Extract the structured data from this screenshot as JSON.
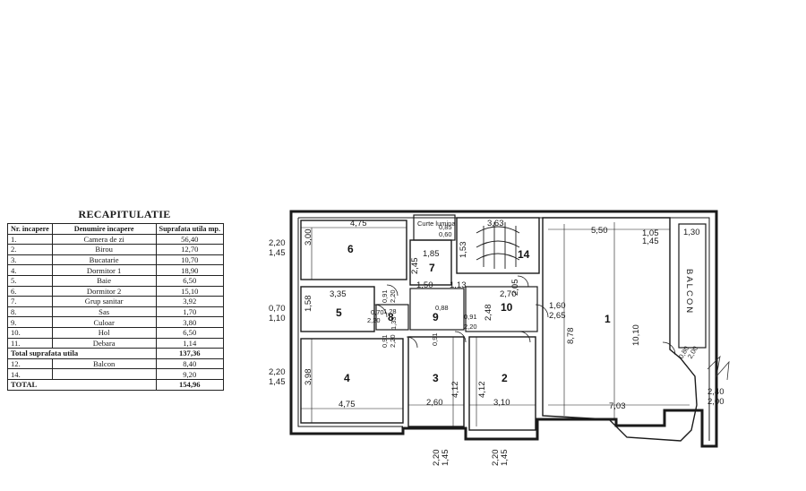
{
  "recap": {
    "title": "RECAPITULATIE",
    "headers": {
      "nr": "Nr. incapere",
      "name": "Denumire incapere",
      "area": "Suprafata utila mp."
    },
    "rows": [
      {
        "nr": "1.",
        "name": "Camera de zi",
        "area": "56,40"
      },
      {
        "nr": "2.",
        "name": "Birou",
        "area": "12,70"
      },
      {
        "nr": "3.",
        "name": "Bucatarie",
        "area": "10,70"
      },
      {
        "nr": "4.",
        "name": "Dormitor 1",
        "area": "18,90"
      },
      {
        "nr": "5.",
        "name": "Baie",
        "area": "6,50"
      },
      {
        "nr": "6.",
        "name": "Dormitor 2",
        "area": "15,10"
      },
      {
        "nr": "7.",
        "name": "Grup sanitar",
        "area": "3,92"
      },
      {
        "nr": "8.",
        "name": "Sas",
        "area": "1,70"
      },
      {
        "nr": "9.",
        "name": "Culoar",
        "area": "3,80"
      },
      {
        "nr": "10.",
        "name": "Hol",
        "area": "6,50"
      },
      {
        "nr": "11.",
        "name": "Debara",
        "area": "1,14"
      }
    ],
    "total_useful": {
      "label": "Total suprafata utila",
      "area": "137,36"
    },
    "extra_rows": [
      {
        "nr": "12.",
        "name": "Balcon",
        "area": "8,40"
      },
      {
        "nr": "14.",
        "name": "",
        "area": "9,20"
      }
    ],
    "total": {
      "label": "TOTAL",
      "area": "154,96"
    }
  },
  "plan": {
    "rooms": [
      "1",
      "2",
      "3",
      "4",
      "5",
      "6",
      "7",
      "8",
      "9",
      "10",
      "14"
    ],
    "balcony_label": "BALCON",
    "courtyard_label": "Curte lumina",
    "dims": {
      "d_475_top": "4,75",
      "d_300": "3,00",
      "d_220_a": "2,20",
      "d_145_a": "1,45",
      "d_335": "3,35",
      "d_158": "1,58",
      "d_070": "0,70",
      "d_110": "1,10",
      "d_398": "3,98",
      "d_475_bot": "4,75",
      "d_220_b": "2,20",
      "d_145_b": "1,45",
      "d_245": "2,45",
      "d_185": "1,85",
      "d_150": "1,50",
      "d_113": "1,13",
      "d_260": "2,60",
      "d_412_a": "4,12",
      "d_412_b": "4,12",
      "d_310": "3,10",
      "d_363": "3,63",
      "d_153": "1,53",
      "d_205": "2,05",
      "d_270": "2,70",
      "d_248": "2,48",
      "d_160": "1,60",
      "d_265": "2,65",
      "d_550": "5,50",
      "d_105": "1,05",
      "d_130": "1,30",
      "d_145_c": "1,45",
      "d_878": "8,78",
      "d_1010": "10,10",
      "d_703": "7,03",
      "d_240": "2,40",
      "d_200_a": "2,00",
      "d_091_a": "0,91",
      "d_091_b": "0,91",
      "d_091_c": "0,91",
      "d_220_c": "2,20",
      "d_220_d": "2,20",
      "d_220_e": "2,20",
      "d_128": "1,28",
      "d_133": "1,33",
      "d_088": "0,88",
      "d_070_b": "0,70",
      "d_220_f": "2,20",
      "d_145_d": "1,45",
      "d_220_g": "2,20",
      "d_145_e": "1,45",
      "d_080": "0,80",
      "d_200_b": "2,00",
      "d_091_d": "0,91",
      "d_220_h": "2,20",
      "d_085": "0,85",
      "d_060": "0,60"
    }
  }
}
